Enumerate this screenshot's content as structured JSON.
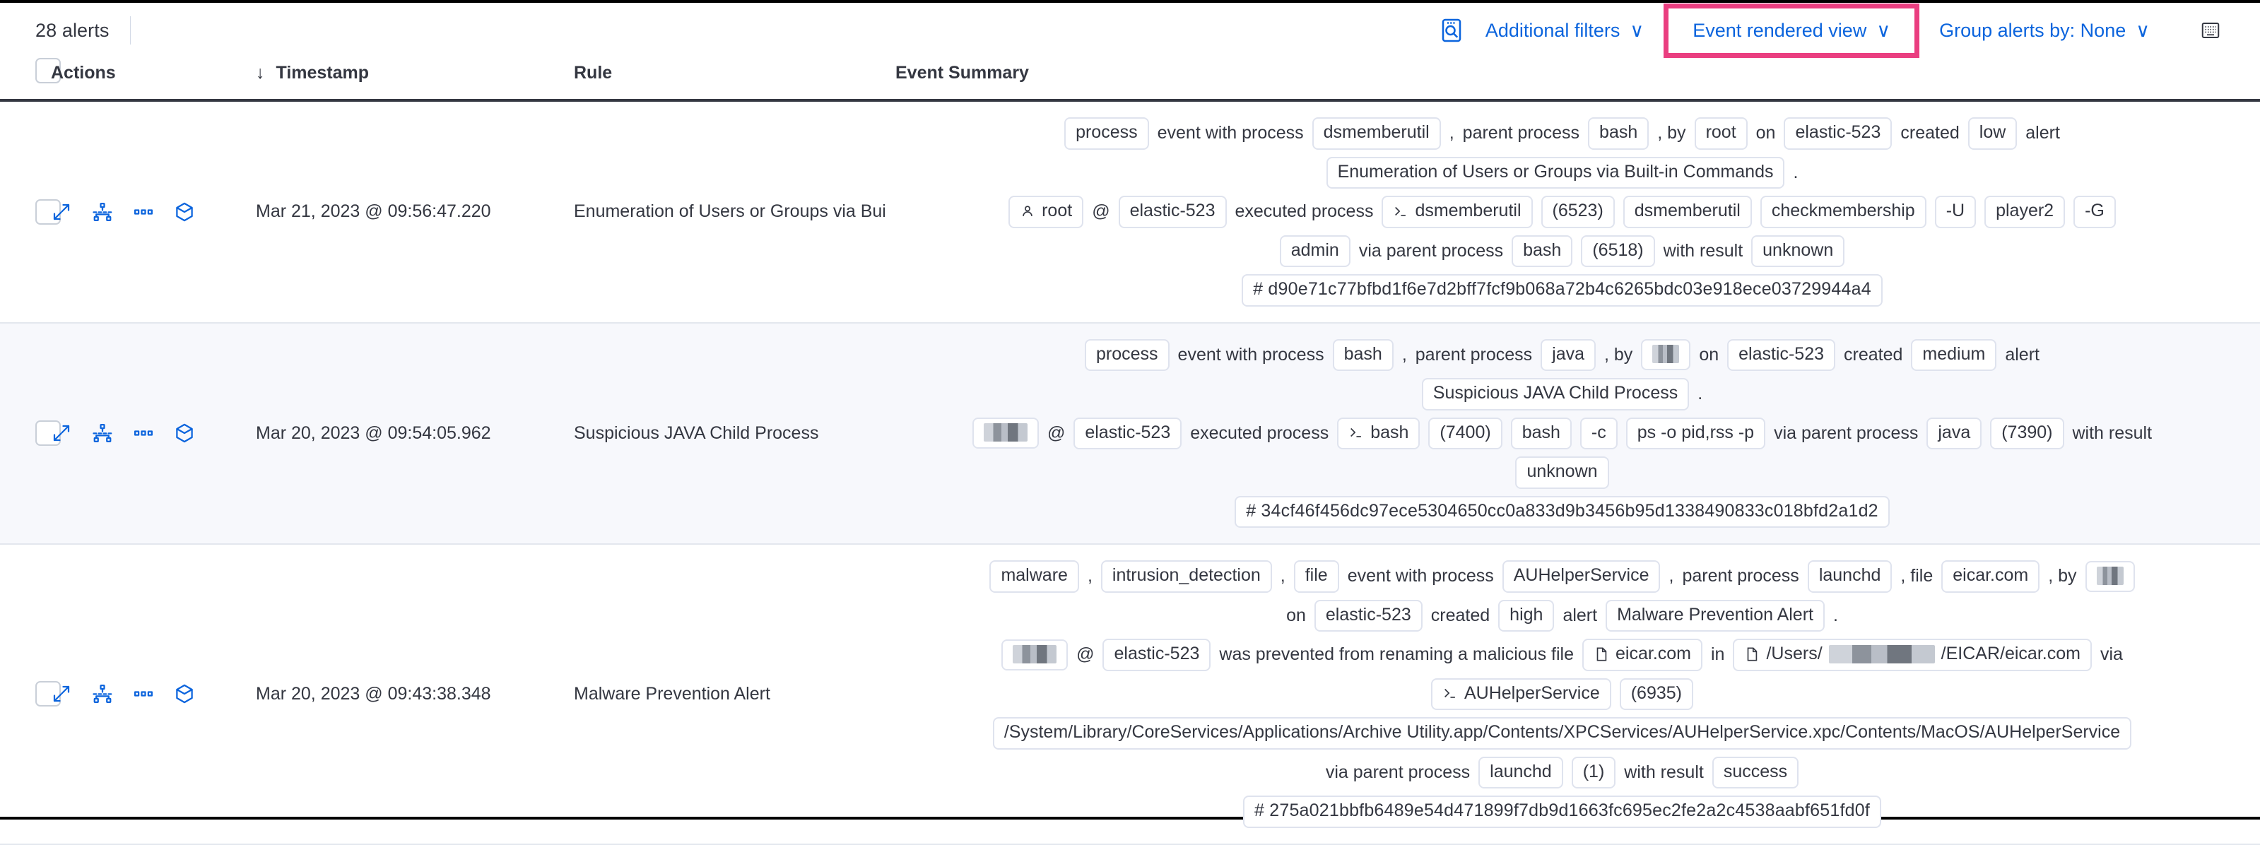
{
  "toolbar": {
    "alerts_count": "28 alerts",
    "inspect_icon": "inspect-icon",
    "additional_filters": "Additional filters",
    "event_rendered_view": "Event rendered view",
    "group_alerts_by": "Group alerts by: None",
    "caret": "∨",
    "keyboard_icon": "keyboard-shortcuts-icon",
    "highlight_color": "#ea3e80",
    "link_color": "#0b64dd"
  },
  "table": {
    "columns": {
      "select_all": "",
      "actions": "Actions",
      "timestamp": "Timestamp",
      "rule": "Rule",
      "event_summary": "Event Summary",
      "sort_arrow": "↓"
    },
    "row_action_icons": [
      "expand-icon",
      "session-view-icon",
      "more-actions-icon",
      "analyzer-cube-icon"
    ],
    "rows": [
      {
        "timestamp": "Mar 21, 2023 @ 09:56:47.220",
        "rule": "Enumeration of Users or Groups via Bui",
        "severity": "low",
        "summary_lines": [
          [
            {
              "t": "chip",
              "v": "process"
            },
            {
              "t": "txt",
              "v": "event with process"
            },
            {
              "t": "chip",
              "v": "dsmemberutil"
            },
            {
              "t": "txt",
              "v": ","
            },
            {
              "t": "txt",
              "v": "parent process"
            },
            {
              "t": "chip",
              "v": "bash"
            },
            {
              "t": "txt",
              "v": ", by"
            },
            {
              "t": "chip",
              "v": "root"
            },
            {
              "t": "txt",
              "v": "on"
            },
            {
              "t": "chip",
              "v": "elastic-523"
            },
            {
              "t": "txt",
              "v": "created"
            },
            {
              "t": "chip",
              "v": "low"
            },
            {
              "t": "txt",
              "v": "alert"
            }
          ],
          [
            {
              "t": "chip",
              "v": "Enumeration of Users or Groups via Built-in Commands"
            },
            {
              "t": "txt",
              "v": "."
            }
          ],
          [
            {
              "t": "chip",
              "v": "root",
              "icon": "user-icon"
            },
            {
              "t": "txt",
              "v": "@"
            },
            {
              "t": "chip",
              "v": "elastic-523"
            },
            {
              "t": "txt",
              "v": "executed process"
            },
            {
              "t": "chip",
              "v": "dsmemberutil",
              "icon": "console-icon"
            },
            {
              "t": "chip",
              "v": "(6523)"
            },
            {
              "t": "chip",
              "v": "dsmemberutil"
            },
            {
              "t": "chip",
              "v": "checkmembership"
            },
            {
              "t": "chip",
              "v": "-U"
            },
            {
              "t": "chip",
              "v": "player2"
            },
            {
              "t": "chip",
              "v": "-G"
            }
          ],
          [
            {
              "t": "chip",
              "v": "admin"
            },
            {
              "t": "txt",
              "v": "via parent process"
            },
            {
              "t": "chip",
              "v": "bash"
            },
            {
              "t": "chip",
              "v": "(6518)"
            },
            {
              "t": "txt",
              "v": "with result"
            },
            {
              "t": "chip",
              "v": "unknown"
            }
          ],
          [
            {
              "t": "hash",
              "v": "#  d90e71c77bfbd1f6e7d2bff7fcf9b068a72b4c6265bdc03e918ece03729944a4"
            }
          ]
        ]
      },
      {
        "timestamp": "Mar 20, 2023 @ 09:54:05.962",
        "rule": "Suspicious JAVA Child Process",
        "severity": "medium",
        "summary_lines": [
          [
            {
              "t": "chip",
              "v": "process"
            },
            {
              "t": "txt",
              "v": "event with process"
            },
            {
              "t": "chip",
              "v": "bash"
            },
            {
              "t": "txt",
              "v": ","
            },
            {
              "t": "txt",
              "v": "parent process"
            },
            {
              "t": "chip",
              "v": "java"
            },
            {
              "t": "txt",
              "v": ", by"
            },
            {
              "t": "chip",
              "v": "",
              "redact": "w4"
            },
            {
              "t": "txt",
              "v": "on"
            },
            {
              "t": "chip",
              "v": "elastic-523"
            },
            {
              "t": "txt",
              "v": "created"
            },
            {
              "t": "chip",
              "v": "medium"
            },
            {
              "t": "txt",
              "v": "alert"
            }
          ],
          [
            {
              "t": "chip",
              "v": "Suspicious JAVA Child Process"
            },
            {
              "t": "txt",
              "v": "."
            }
          ],
          [
            {
              "t": "chip",
              "v": "",
              "redact": "w2"
            },
            {
              "t": "txt",
              "v": "@"
            },
            {
              "t": "chip",
              "v": "elastic-523"
            },
            {
              "t": "txt",
              "v": "executed process"
            },
            {
              "t": "chip",
              "v": "bash",
              "icon": "console-icon"
            },
            {
              "t": "chip",
              "v": "(7400)"
            },
            {
              "t": "chip",
              "v": "bash"
            },
            {
              "t": "chip",
              "v": "-c"
            },
            {
              "t": "chip",
              "v": "ps -o pid,rss -p"
            },
            {
              "t": "txt",
              "v": "via parent process"
            },
            {
              "t": "chip",
              "v": "java"
            },
            {
              "t": "chip",
              "v": "(7390)"
            },
            {
              "t": "txt",
              "v": "with result"
            }
          ],
          [
            {
              "t": "chip",
              "v": "unknown"
            }
          ],
          [
            {
              "t": "hash",
              "v": "#  34cf46f456dc97ece5304650cc0a833d9b3456b95d1338490833c018bfd2a1d2"
            }
          ]
        ]
      },
      {
        "timestamp": "Mar 20, 2023 @ 09:43:38.348",
        "rule": "Malware Prevention Alert",
        "severity": "high",
        "summary_lines": [
          [
            {
              "t": "chip",
              "v": "malware"
            },
            {
              "t": "txt",
              "v": ","
            },
            {
              "t": "chip",
              "v": "intrusion_detection"
            },
            {
              "t": "txt",
              "v": ","
            },
            {
              "t": "chip",
              "v": "file"
            },
            {
              "t": "txt",
              "v": "event with process"
            },
            {
              "t": "chip",
              "v": "AUHelperService"
            },
            {
              "t": "txt",
              "v": ","
            },
            {
              "t": "txt",
              "v": "parent process"
            },
            {
              "t": "chip",
              "v": "launchd"
            },
            {
              "t": "txt",
              "v": ", file"
            },
            {
              "t": "chip",
              "v": "eicar.com"
            },
            {
              "t": "txt",
              "v": ", by"
            },
            {
              "t": "chip",
              "v": "",
              "redact": "w4"
            }
          ],
          [
            {
              "t": "txt",
              "v": "on"
            },
            {
              "t": "chip",
              "v": "elastic-523"
            },
            {
              "t": "txt",
              "v": "created"
            },
            {
              "t": "chip",
              "v": "high"
            },
            {
              "t": "txt",
              "v": "alert"
            },
            {
              "t": "chip",
              "v": "Malware Prevention Alert"
            },
            {
              "t": "txt",
              "v": "."
            }
          ],
          [
            {
              "t": "chip",
              "v": "",
              "redact": "w2"
            },
            {
              "t": "txt",
              "v": "@"
            },
            {
              "t": "chip",
              "v": "elastic-523"
            },
            {
              "t": "txt",
              "v": "was prevented from renaming a malicious file"
            },
            {
              "t": "chip",
              "v": "eicar.com",
              "icon": "file-icon"
            },
            {
              "t": "txt",
              "v": "in"
            },
            {
              "t": "chip",
              "v": "/Users/",
              "icon": "file-icon",
              "suffix": "/EICAR/eicar.com",
              "redact": "w3"
            },
            {
              "t": "txt",
              "v": "via"
            }
          ],
          [
            {
              "t": "chip",
              "v": "AUHelperService",
              "icon": "console-icon"
            },
            {
              "t": "chip",
              "v": "(6935)"
            }
          ],
          [
            {
              "t": "chip",
              "v": "/System/Library/CoreServices/Applications/Archive Utility.app/Contents/XPCServices/AUHelperService.xpc/Contents/MacOS/AUHelperService"
            }
          ],
          [
            {
              "t": "txt",
              "v": "via parent process"
            },
            {
              "t": "chip",
              "v": "launchd"
            },
            {
              "t": "chip",
              "v": "(1)"
            },
            {
              "t": "txt",
              "v": "with result"
            },
            {
              "t": "chip",
              "v": "success"
            }
          ],
          [
            {
              "t": "hash",
              "v": "#  275a021bbfb6489e54d471899f7db9d1663fc695ec2fe2a2c4538aabf651fd0f"
            }
          ]
        ]
      }
    ]
  }
}
